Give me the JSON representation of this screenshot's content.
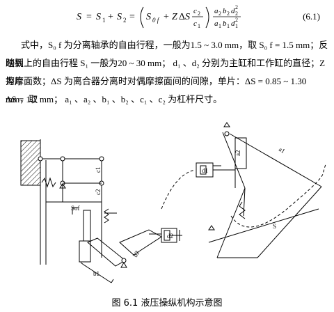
{
  "equation": {
    "number": "(6.1)"
  },
  "paragraph": {
    "line1": "式中，S₀ f 为分离轴承的自由行程，一般为1.5 ~ 3.0 mm，取 S₀ f = 1.5 mm；反映到",
    "line2": "踏板上的自由行程 S₁ 一般为20 ~ 30 mm； d₁ 、d₂ 分别为主缸和工作缸的直径；Z 为摩",
    "line3": "擦片面数；ΔS 为离合器分离时对偶摩擦面间的间隙，单片：ΔS = 0.85 ~ 1.30 mm，取",
    "line4": "ΔS = 1.2 mm； a₁ 、a₂ 、b₁ 、b₂ 、c₁ 、c₂ 为杠杆尺寸。"
  },
  "figure": {
    "labels": {
      "c1": "c1",
      "c2": "c2",
      "sof": "Sof",
      "b1": "b1",
      "b2": "b2",
      "a1": "a1",
      "a2": "a2",
      "d1": "d1",
      "d2": "d2",
      "s1": "S"
    },
    "caption": "图 6.1  液压操纵机构示意图"
  }
}
